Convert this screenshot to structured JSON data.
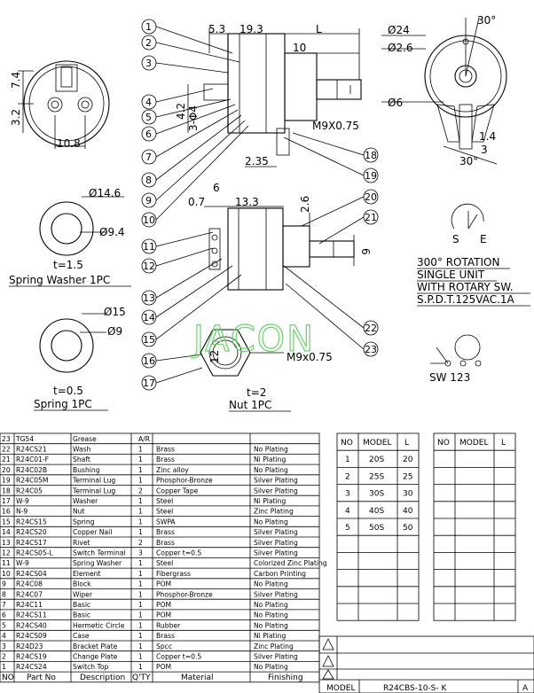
{
  "dims": {
    "d_5_3": "5.3",
    "d_19_3": "19.3",
    "d_L": "L",
    "d_10": "10",
    "d_7_4": "7.4",
    "d_3_2": "3.2",
    "d_10_8": "10.8",
    "d_4_2": "4.2",
    "d_3_04": "3-Φ4",
    "d_M9": "M9X0.75",
    "d_2_35": "2.35",
    "d_24": "Ø24",
    "d_2_6": "Ø2.6",
    "d_6": "Ø6",
    "d_30a": "30°",
    "d_30b": "30°",
    "d_1_4": "1.4",
    "d_3": "3",
    "d_14_6": "Ø14.6",
    "d_9_4": "Ø9.4",
    "d_15": "Ø15",
    "d_9": "Ø9",
    "d_0_7": "0.7",
    "d_6b": "6",
    "d_13_3": "13.3",
    "d_2_6b": "2.6",
    "d_6c": "6",
    "d_12": "12",
    "d_M9b": "M9x0.75"
  },
  "callouts": [
    "1",
    "2",
    "3",
    "4",
    "5",
    "6",
    "7",
    "8",
    "9",
    "10",
    "11",
    "12",
    "13",
    "14",
    "15",
    "16",
    "17",
    "18",
    "19",
    "20",
    "21",
    "22",
    "23"
  ],
  "captions": {
    "washer_t": "t=1.5",
    "washer_name": "Spring Washer 1PC",
    "spring_t": "t=0.5",
    "spring_name": "Spring 1PC",
    "nut_t": "t=2",
    "nut_name": "Nut 1PC",
    "rot1": "300° ROTATION",
    "rot2": "SINGLE UNIT",
    "rot3": "WITH ROTARY SW.",
    "rot4": "S.P.D.T.125VAC.1A",
    "s_label": "S",
    "e_label": "E",
    "sw_label": "SW 123"
  },
  "watermark": "JACON",
  "bom_header": {
    "no": "NO",
    "part": "Part No",
    "desc": "Description",
    "qty": "Q'TY",
    "mat": "Material",
    "fin": "Finishing"
  },
  "bom": [
    [
      "23",
      "TG54",
      "Grease",
      "A/R",
      "",
      ""
    ],
    [
      "22",
      "R24CS21",
      "Wash",
      "1",
      "Brass",
      "No Plating"
    ],
    [
      "21",
      "R24C01-F",
      "Shaft",
      "1",
      "Brass",
      "Ni Plating"
    ],
    [
      "20",
      "R24C02B",
      "Bushing",
      "1",
      "Zinc alloy",
      "No Plating"
    ],
    [
      "19",
      "R24C05M",
      "Terminal Lug",
      "1",
      "Phosphor-Bronze",
      "Silver Plating"
    ],
    [
      "18",
      "R24C05",
      "Terminal Lug",
      "2",
      "Copper Tape",
      "Silver Plating"
    ],
    [
      "17",
      "W-9",
      "Washer",
      "1",
      "Steel",
      "Ni Plating"
    ],
    [
      "16",
      "N-9",
      "Nut",
      "1",
      "Steel",
      "Zinc Plating"
    ],
    [
      "15",
      "R24CS15",
      "Spring",
      "1",
      "SWPA",
      "No Plating"
    ],
    [
      "14",
      "R24CS20",
      "Copper Nail",
      "1",
      "Brass",
      "Silver Plating"
    ],
    [
      "13",
      "R24CS17",
      "Rivet",
      "2",
      "Brass",
      "Silver Plating"
    ],
    [
      "12",
      "R24CS05-L",
      "Switch Terminal",
      "3",
      "Copper t=0.5",
      "Silver Plating"
    ],
    [
      "11",
      "W-9",
      "Spring Washer",
      "1",
      "Steel",
      "Colorized Zinc Plating"
    ],
    [
      "10",
      "R24CS04",
      "Element",
      "1",
      "Fibergrass",
      "Carbon Printing"
    ],
    [
      "9",
      "R24C08",
      "Block",
      "1",
      "POM",
      "No Plating"
    ],
    [
      "8",
      "R24C07",
      "Wiper",
      "1",
      "Phosphor-Bronze",
      "Silver Plating"
    ],
    [
      "7",
      "R24C11",
      "Basic",
      "1",
      "POM",
      "No Plating"
    ],
    [
      "6",
      "R24CS11",
      "Basic",
      "1",
      "POM",
      "No Plating"
    ],
    [
      "5",
      "R24CS40",
      "Hermetic Circle",
      "1",
      "Rubber",
      "No Plating"
    ],
    [
      "4",
      "R24CS09",
      "Case",
      "1",
      "Brass",
      "Ni Plating"
    ],
    [
      "3",
      "R24D23",
      "Bracket Plate",
      "1",
      "Spcc",
      "Zinc Plating"
    ],
    [
      "2",
      "R24CS19",
      "Change Plate",
      "1",
      "Copper t=0.5",
      "Silver Plating"
    ],
    [
      "1",
      "R24CS24",
      "Switch Top",
      "1",
      "POM",
      "No Plating"
    ]
  ],
  "model_table": {
    "h_no": "NO",
    "h_model": "MODEL",
    "h_l": "L",
    "rows": [
      [
        "1",
        "20S",
        "20"
      ],
      [
        "2",
        "25S",
        "25"
      ],
      [
        "3",
        "30S",
        "30"
      ],
      [
        "4",
        "40S",
        "40"
      ],
      [
        "5",
        "50S",
        "50"
      ]
    ]
  },
  "model_table2": {
    "h_no": "NO",
    "h_model": "MODEL",
    "h_l": "L"
  },
  "title_block": {
    "model_label": "MODEL",
    "model_value": "R24CBS-10-S- K",
    "rev": "A"
  }
}
